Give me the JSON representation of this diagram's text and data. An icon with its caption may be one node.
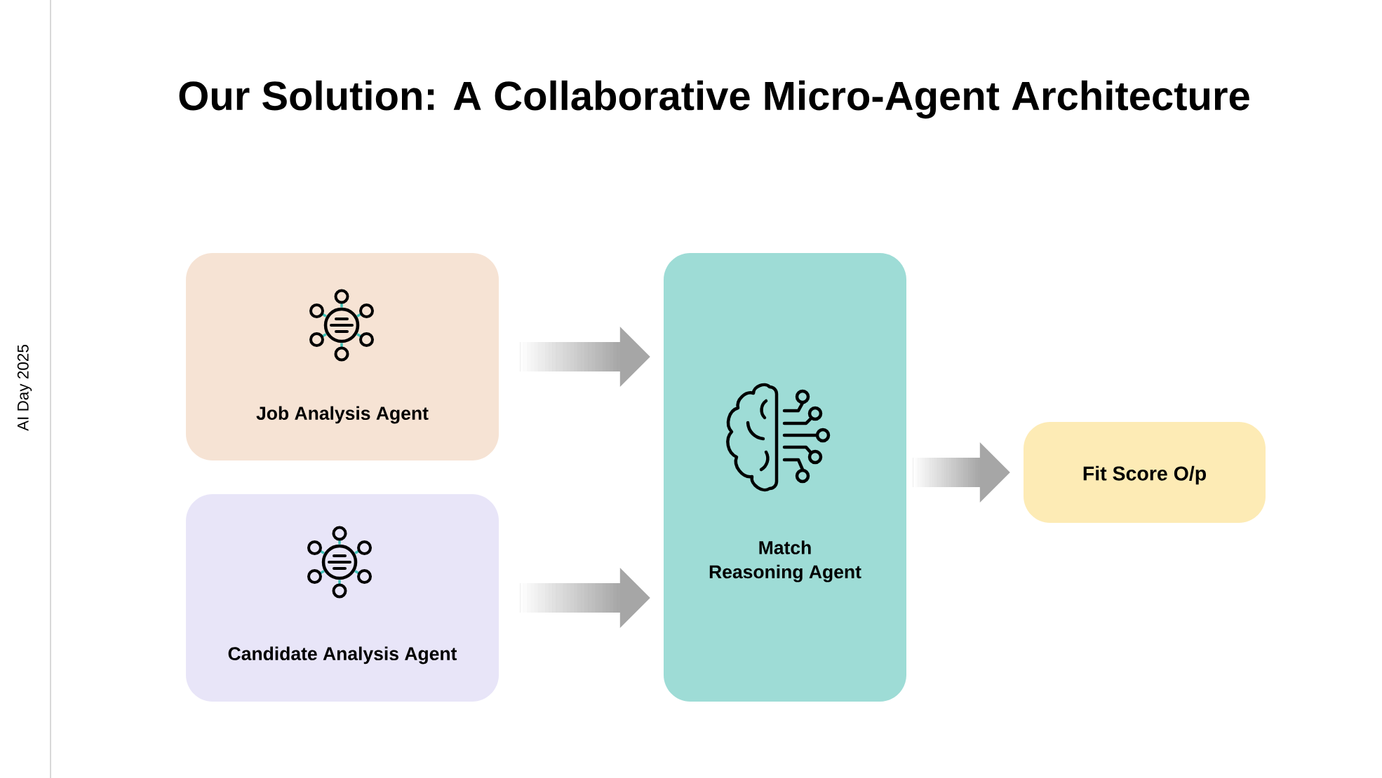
{
  "diagram": {
    "title": "Our Solution: A Collaborative Micro-Agent Architecture",
    "nodes": [
      {
        "text": [
          "Job Analysis Agent"
        ]
      },
      {
        "text": [
          "Candidate Analysis Agent"
        ]
      },
      {
        "text": [
          "Match Reasoning Agent"
        ]
      },
      {
        "text": [
          "Fit Score O/p"
        ]
      }
    ],
    "edges": [
      {
        "from": 0,
        "to": 2,
        "arrow": "to"
      },
      {
        "from": 1,
        "to": 2,
        "arrow": "to"
      },
      {
        "from": 2,
        "to": 3,
        "arrow": "to"
      }
    ],
    "labels": [
      "AI Day 2025"
    ]
  }
}
